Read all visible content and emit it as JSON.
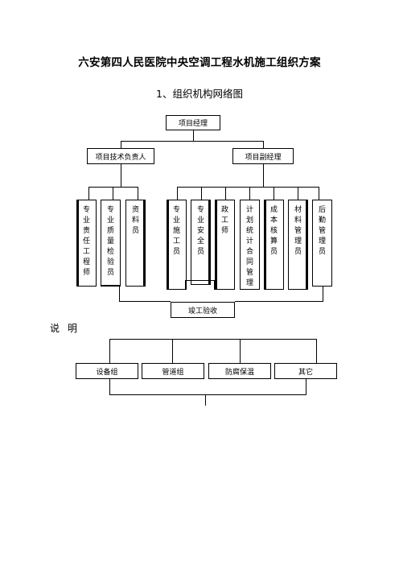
{
  "title": "六安第四人民医院中央空调工程水机施工组织方案",
  "subtitle": "1、组织机构网络图",
  "top_box": "项目经理",
  "left_head": "项目技术负责人",
  "right_head": "项目副经理",
  "left_staff": [
    "专业责任工程师",
    "专业质量检验员",
    "资料员"
  ],
  "right_staff": [
    "专业施工员",
    "专业安全员",
    "政工师",
    "计划统计合同管理",
    "成本核算员",
    "材料管理员",
    "后勤管理员"
  ],
  "acceptance_box": "竣工验收",
  "note_label": "说明",
  "groups": [
    "设备组",
    "管道组",
    "防腐保温",
    "其它"
  ]
}
